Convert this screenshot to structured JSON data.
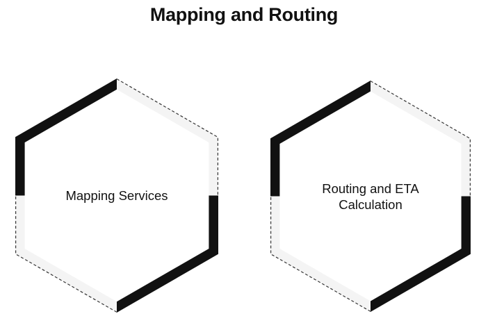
{
  "title": "Mapping and Routing",
  "diagram": {
    "type": "hexagon-nodes",
    "nodes": [
      {
        "label": "Mapping Services"
      },
      {
        "label": "Routing and ETA Calculation"
      }
    ]
  },
  "colors": {
    "background": "#ffffff",
    "text": "#111111",
    "solid_band": "#111111",
    "light_band": "#f4f4f4",
    "dashed_outline": "#333333"
  }
}
